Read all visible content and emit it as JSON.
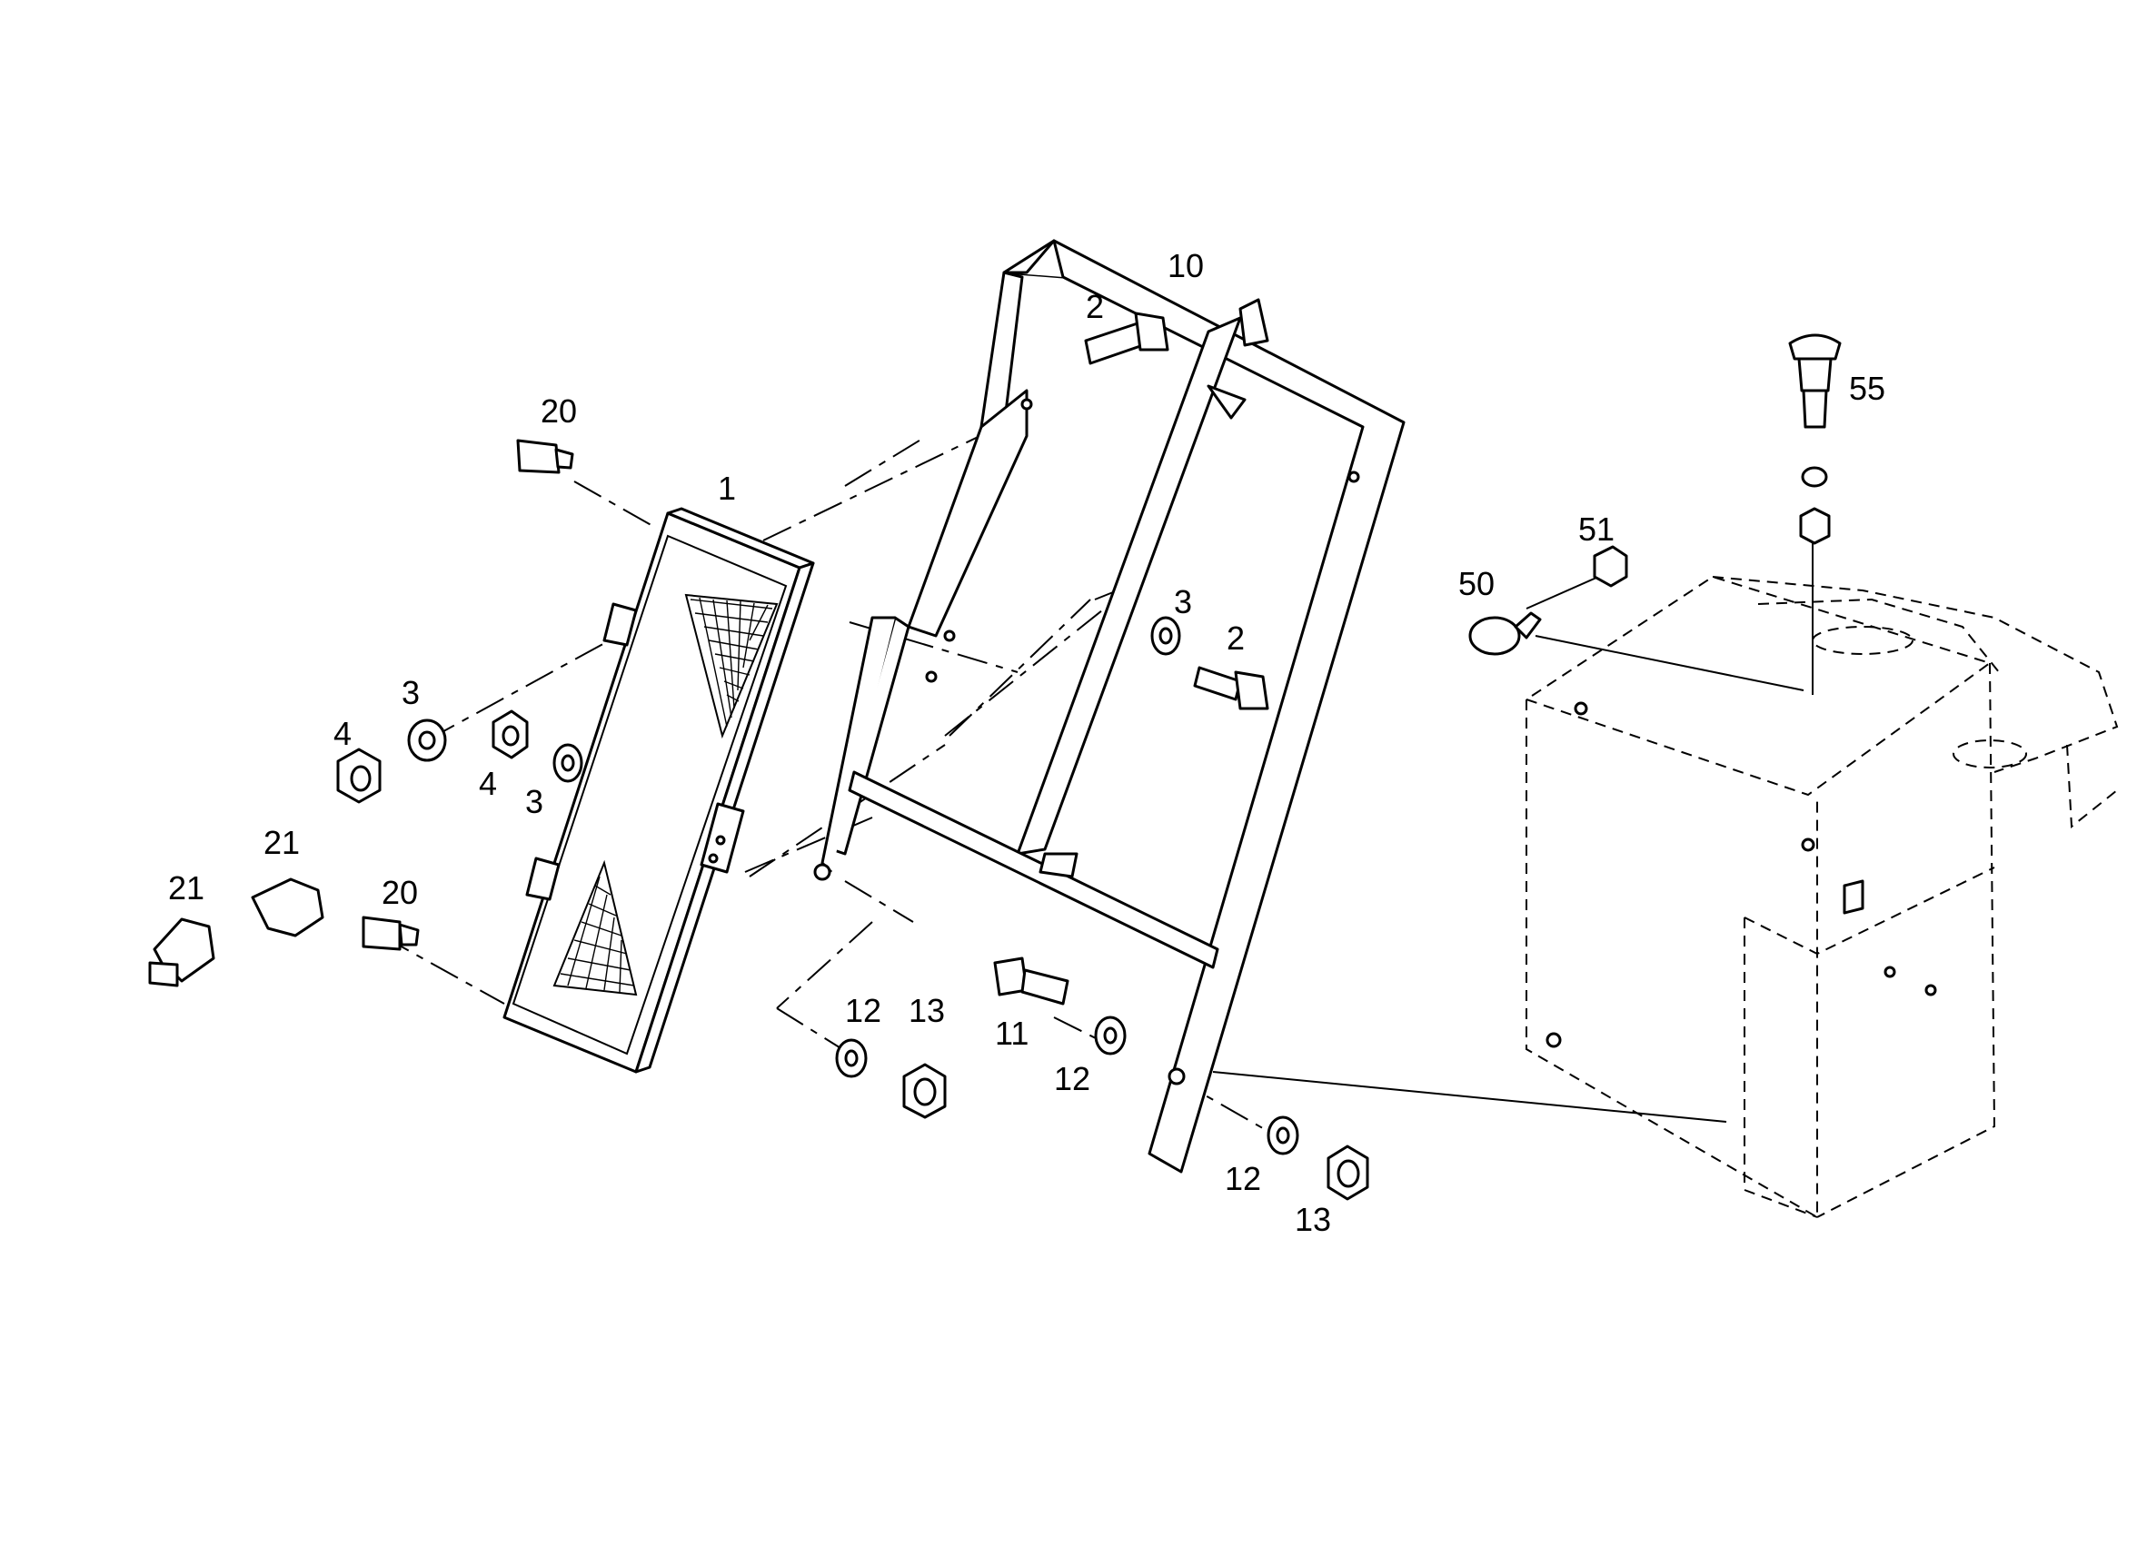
{
  "callouts": [
    {
      "id": "c1",
      "text": "1"
    },
    {
      "id": "c2a",
      "text": "2"
    },
    {
      "id": "c2b",
      "text": "2"
    },
    {
      "id": "c3a",
      "text": "3"
    },
    {
      "id": "c3b",
      "text": "3"
    },
    {
      "id": "c3c",
      "text": "3"
    },
    {
      "id": "c4a",
      "text": "4"
    },
    {
      "id": "c4b",
      "text": "4"
    },
    {
      "id": "c10",
      "text": "10"
    },
    {
      "id": "c11",
      "text": "11"
    },
    {
      "id": "c12a",
      "text": "12"
    },
    {
      "id": "c12b",
      "text": "12"
    },
    {
      "id": "c12c",
      "text": "12"
    },
    {
      "id": "c13a",
      "text": "13"
    },
    {
      "id": "c13b",
      "text": "13"
    },
    {
      "id": "c20a",
      "text": "20"
    },
    {
      "id": "c20b",
      "text": "20"
    },
    {
      "id": "c21a",
      "text": "21"
    },
    {
      "id": "c21b",
      "text": "21"
    },
    {
      "id": "c50",
      "text": "50"
    },
    {
      "id": "c51",
      "text": "51"
    },
    {
      "id": "c55",
      "text": "55"
    }
  ]
}
